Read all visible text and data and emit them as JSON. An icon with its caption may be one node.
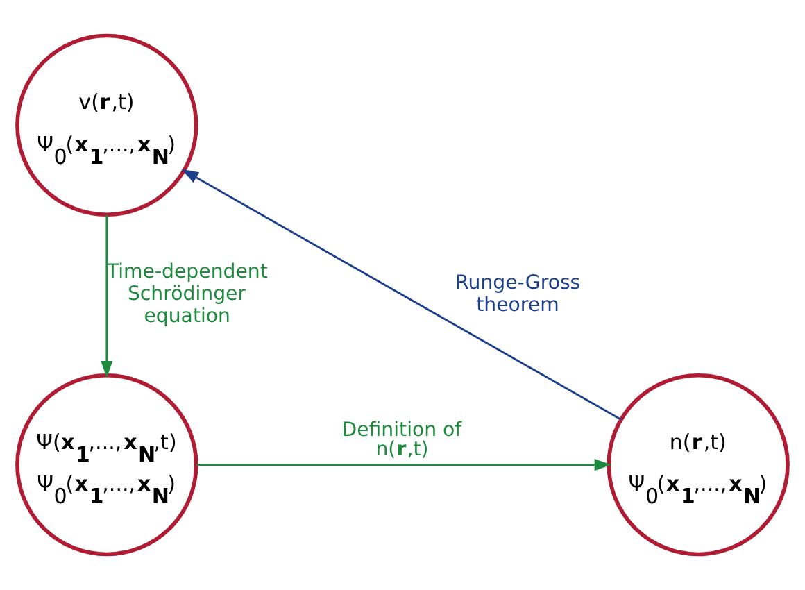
{
  "diagram": {
    "nodes": [
      {
        "text": [
          "v(**r**,t)",
          "Ψ$_{0}$(**x$_{1}$**,...,**x$_{N}$**)"
        ]
      },
      {
        "text": [
          "Ψ(**x$_{1}$**,...,**x$_{N}$**,t)",
          "Ψ$_{0}$(**x$_{1}$**,...,**x$_{N}$**)"
        ]
      },
      {
        "text": [
          "n(**r**,t)",
          "Ψ$_{0}$(**x$_{1}$**,...,**x$_{N}$**)"
        ]
      }
    ],
    "edges": [
      {
        "from": 0,
        "to": 1,
        "arrow": "to",
        "label": "Time-dependent Schrödinger equation"
      },
      {
        "from": 1,
        "to": 2,
        "arrow": "to",
        "label": "Definition of n(**r**,t)"
      },
      {
        "from": 2,
        "to": 0,
        "arrow": "to",
        "label": "Runge-Gross theorem",
        "color": "#1c3f8c"
      }
    ]
  }
}
